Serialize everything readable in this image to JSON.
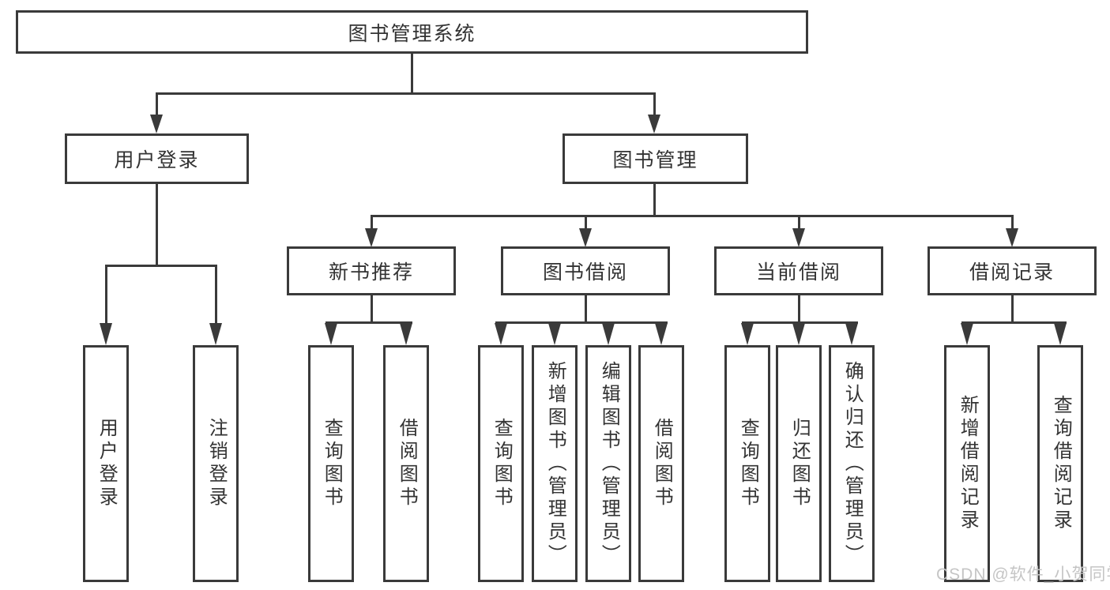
{
  "diagram": {
    "title": {
      "label": "图书管理系统"
    },
    "level2": {
      "user_login": {
        "label": "用户登录"
      },
      "book_mgmt": {
        "label": "图书管理"
      }
    },
    "level3": {
      "new_book": {
        "label": "新书推荐"
      },
      "borrowing": {
        "label": "图书借阅"
      },
      "current": {
        "label": "当前借阅"
      },
      "records": {
        "label": "借阅记录"
      }
    },
    "leaves": [
      {
        "label": "用户登录"
      },
      {
        "label": "注销登录"
      },
      {
        "label": "查询图书"
      },
      {
        "label": "借阅图书"
      },
      {
        "label": "查询图书"
      },
      {
        "label": "新增图书（管理员）"
      },
      {
        "label": "编辑图书（管理员）"
      },
      {
        "label": "借阅图书"
      },
      {
        "label": "查询图书"
      },
      {
        "label": "归还图书"
      },
      {
        "label": "确认归还（管理员）"
      },
      {
        "label": "新增借阅记录"
      },
      {
        "label": "查询借阅记录"
      }
    ]
  },
  "watermark": {
    "text": "CSDN @软件_小贺同学"
  },
  "colors": {
    "line": "#3a3a3a",
    "text": "#333333",
    "watermark": "#c5c5c5",
    "background": "#ffffff"
  }
}
